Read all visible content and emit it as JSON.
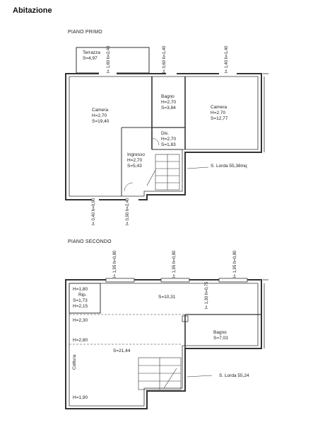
{
  "title": "Abitazione",
  "floors": [
    {
      "name": "PIANO PRIMO",
      "rooms": [
        {
          "name": "Terrazza",
          "lines": [
            "S=4,97"
          ]
        },
        {
          "name": "Camera",
          "lines": [
            "H=2,70",
            "S=19,40"
          ]
        },
        {
          "name": "Bagno",
          "lines": [
            "H=2,70",
            "S=3,84"
          ]
        },
        {
          "name": "Camera",
          "lines": [
            "H=2.70",
            "S=12,77"
          ]
        },
        {
          "name": "Dis.",
          "lines": [
            "H=2,70",
            "S=1,83"
          ]
        },
        {
          "name": "Ingresso",
          "lines": [
            "H=2,70",
            "S=5,43"
          ]
        }
      ],
      "openings": [
        {
          "l": "l= 1,60",
          "h": "h=2,40"
        },
        {
          "l": "l= 0,60",
          "h": "h=1,40"
        },
        {
          "l": "l= 1,40",
          "h": "h=1,40"
        },
        {
          "l": "l= 0,40",
          "h": "h=0,90"
        },
        {
          "l": "l= 0,90",
          "h": "h=2,40"
        }
      ],
      "gross_area": "S. Lorda 55,38mq"
    },
    {
      "name": "PIANO SECONDO",
      "rooms": [
        {
          "name": "Rip.",
          "lines": [
            "H=1,80",
            "S=1,73",
            "H=2,15"
          ]
        },
        {
          "name": "",
          "lines": [
            "S=10,31"
          ]
        },
        {
          "name": "Bagno",
          "lines": [
            "S=7,03"
          ]
        },
        {
          "name": "Cottura",
          "lines": []
        },
        {
          "name": "",
          "lines": [
            "S=21,44"
          ]
        }
      ],
      "heights": [
        "H=2,30",
        "H=2,80",
        "H=1,90"
      ],
      "openings": [
        {
          "l": "l= 1,95",
          "h": "h=0,80"
        },
        {
          "l": "l= 1,95",
          "h": "h=0,80"
        },
        {
          "l": "l= 1,95",
          "h": "h=0,80"
        },
        {
          "l": "l= 1,30",
          "h": "h=0,75"
        }
      ],
      "gross_area": "S. Lorda 55,24"
    }
  ]
}
